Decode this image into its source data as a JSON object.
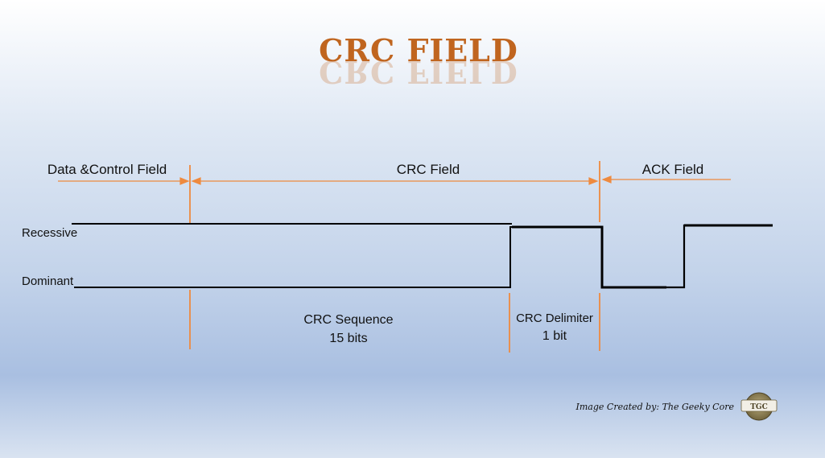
{
  "title": "CRC FIELD",
  "fields": {
    "data_control": "Data &Control Field",
    "crc": "CRC Field",
    "ack": "ACK Field"
  },
  "levels": {
    "recessive": "Recessive",
    "dominant": "Dominant"
  },
  "segments": {
    "crc_sequence": {
      "name": "CRC Sequence",
      "size": "15 bits"
    },
    "crc_delimiter": {
      "name": "CRC Delimiter",
      "size": "1 bit"
    }
  },
  "credit": "Image Created by: The Geeky Core",
  "logo_text": "TGC",
  "colors": {
    "title": "#c0651f",
    "marker": "#ee8a3f",
    "signal": "#000000"
  }
}
